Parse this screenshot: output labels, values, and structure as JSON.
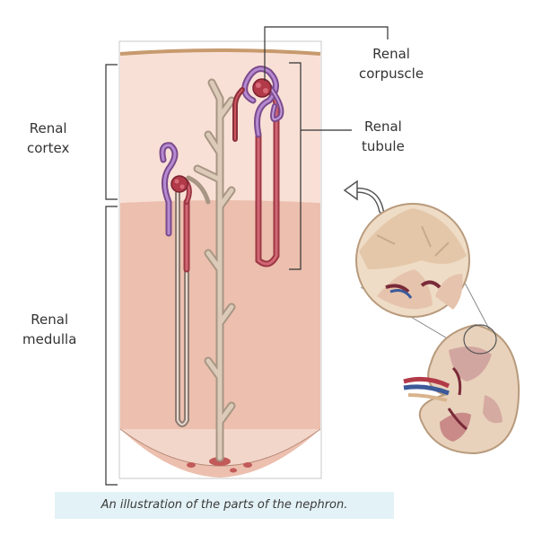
{
  "labels": {
    "cortex": [
      "Renal",
      "cortex"
    ],
    "medulla": [
      "Renal",
      "medulla"
    ],
    "corpuscle": [
      "Renal",
      "corpuscle"
    ],
    "tubule": [
      "Renal",
      "tubule"
    ]
  },
  "caption": "An illustration of the parts of the nephron.",
  "colors": {
    "cortex": "#f9e0d6",
    "medulla": "#ecbfae",
    "capsule": "#c79a6e",
    "collecting_duct": "#d9c9b8",
    "afferent": "#b23a48",
    "tubule": "#9a6ab3",
    "caption_bg": "#e3f2f6"
  },
  "icons": [
    "curved-arrow-icon",
    "kidney-cross-section",
    "magnified-cortex-circle"
  ]
}
